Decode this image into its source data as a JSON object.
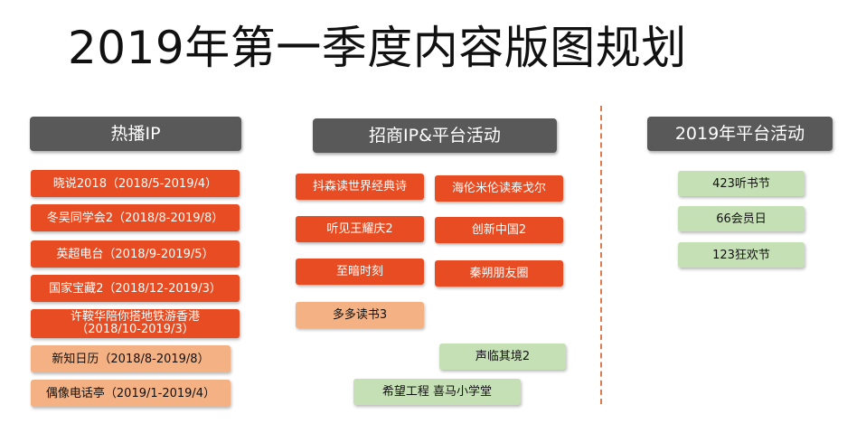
{
  "title": "2019年第一季度内容版图规划",
  "columns": {
    "hot": {
      "header": "热播IP",
      "items": [
        "晓说2018（2018/5-2019/4）",
        "冬吴同学会2（2018/8-2019/8）",
        "英超电台（2018/9-2019/5）",
        "国家宝藏2（2018/12-2019/3）",
        "许鞍华陪你搭地铁游香港",
        "（2018/10-2019/3）",
        "新知日历（2018/8-2019/8）",
        "偶像电话亭（2019/1-2019/4）"
      ]
    },
    "biz": {
      "header": "招商IP&平台活动",
      "items": [
        "抖森读世界经典诗",
        "海伦米伦读泰戈尔",
        "听见王耀庆2",
        "创新中国2",
        "至暗时刻",
        "秦朔朋友圈",
        "多多读书3",
        "声临其境2",
        "希望工程 喜马小学堂"
      ]
    },
    "platform": {
      "header": "2019年平台活动",
      "items": [
        "423听书节",
        "66会员日",
        "123狂欢节"
      ]
    }
  },
  "colors": {
    "header": "#595959",
    "orange_red": "#e84c22",
    "salmon": "#f4b183",
    "light_green": "#c5e0b4",
    "divider": "#e07a4f"
  }
}
